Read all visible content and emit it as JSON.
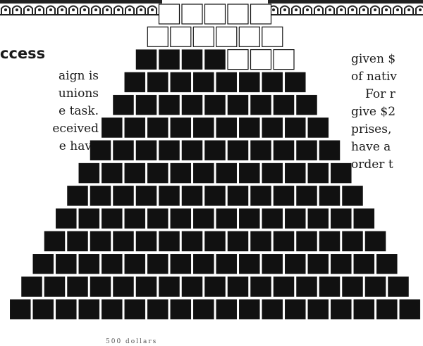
{
  "headline": "ccess",
  "left_column": {
    "lines": [
      "aign  is",
      "unions",
      "e  task.",
      "eceived",
      "e  have"
    ]
  },
  "right_column": {
    "lines": [
      "given  $",
      "of  nativ",
      "For  r",
      "give  $2",
      "prises,",
      "have  a",
      "order  t"
    ]
  },
  "bottom_caption": "500  dollars",
  "pyramid": {
    "filled_color": "#111111",
    "empty_color": "#ffffff",
    "rows": [
      {
        "total": 5,
        "filled": 0
      },
      {
        "total": 6,
        "filled": 0
      },
      {
        "total": 7,
        "filled": 4
      },
      {
        "total": 8,
        "filled": 8
      },
      {
        "total": 9,
        "filled": 9
      },
      {
        "total": 10,
        "filled": 10
      },
      {
        "total": 11,
        "filled": 11
      },
      {
        "total": 12,
        "filled": 12
      },
      {
        "total": 13,
        "filled": 13
      },
      {
        "total": 14,
        "filled": 14
      },
      {
        "total": 15,
        "filled": 15
      },
      {
        "total": 16,
        "filled": 16
      },
      {
        "total": 17,
        "filled": 17
      },
      {
        "total": 18,
        "filled": 18
      }
    ]
  }
}
